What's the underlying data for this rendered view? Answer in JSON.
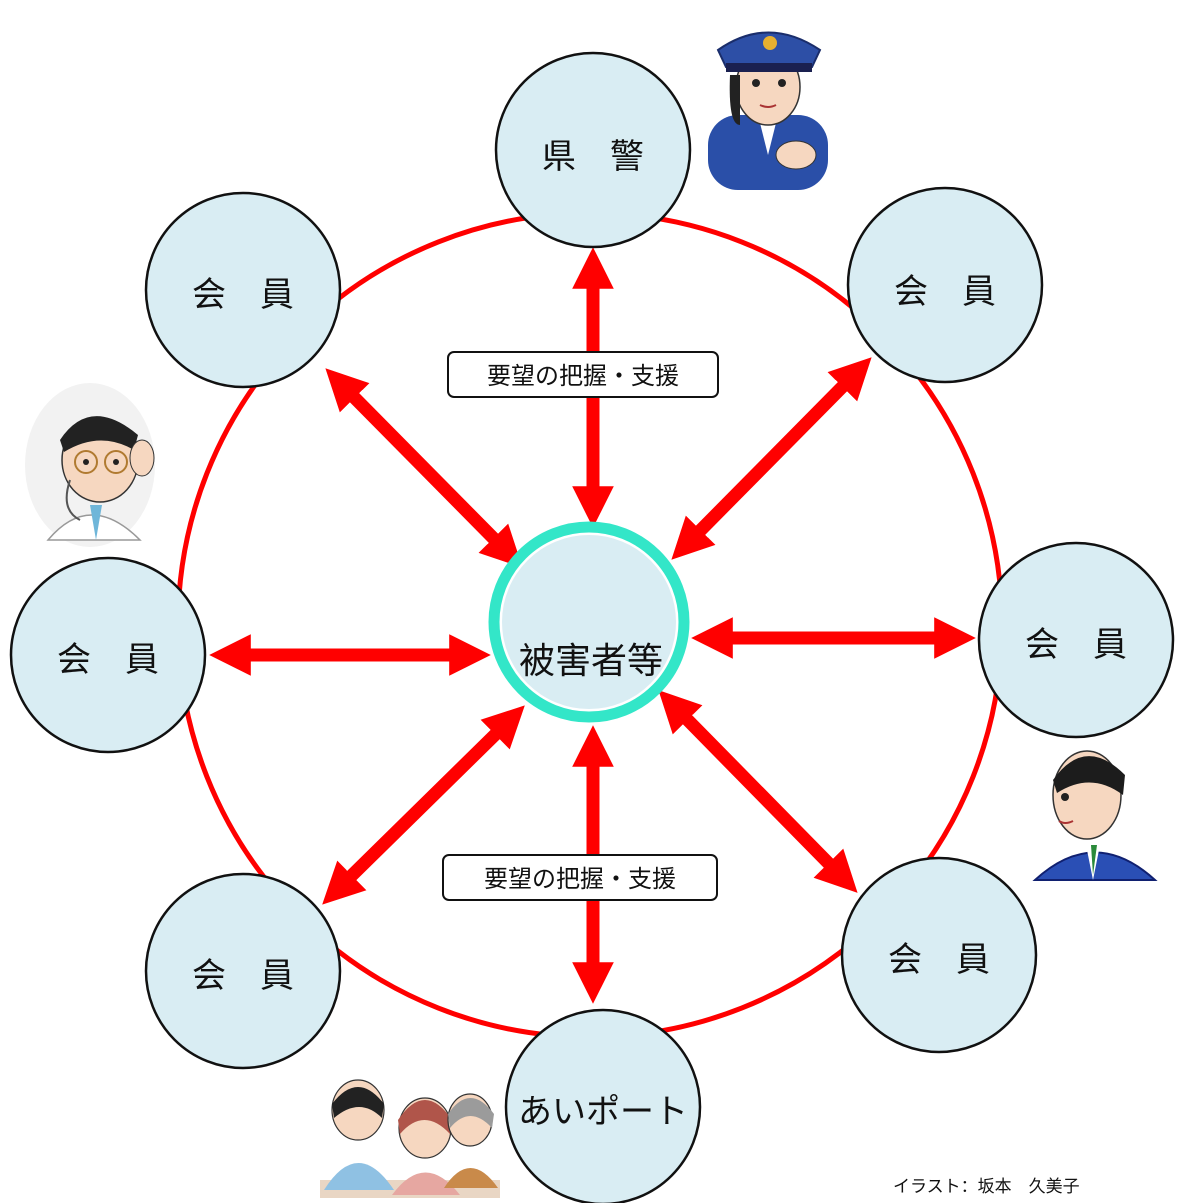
{
  "diagram": {
    "center": {
      "label": "被害者等"
    },
    "nodes": [
      {
        "id": "police",
        "label": "県　警"
      },
      {
        "id": "member-ne",
        "label": "会　員"
      },
      {
        "id": "member-e",
        "label": "会　員"
      },
      {
        "id": "member-se",
        "label": "会　員"
      },
      {
        "id": "aiport",
        "label": "あいポート"
      },
      {
        "id": "member-sw",
        "label": "会　員"
      },
      {
        "id": "member-w",
        "label": "会　員"
      },
      {
        "id": "member-nw",
        "label": "会　員"
      }
    ],
    "edge_labels": {
      "top": "要望の把握・支援",
      "bottom": "要望の把握・支援"
    },
    "credit": "イラスト：坂本　久美子",
    "colors": {
      "ring": "#ff0000",
      "arrow": "#ff0000",
      "node_fill": "#d9edf3",
      "node_stroke": "#111111",
      "center_ring": "#33e6c8"
    },
    "illustrations": [
      "police-officer-icon",
      "doctor-icon",
      "businessman-icon",
      "counseling-group-icon",
      "distressed-woman-icon"
    ]
  }
}
